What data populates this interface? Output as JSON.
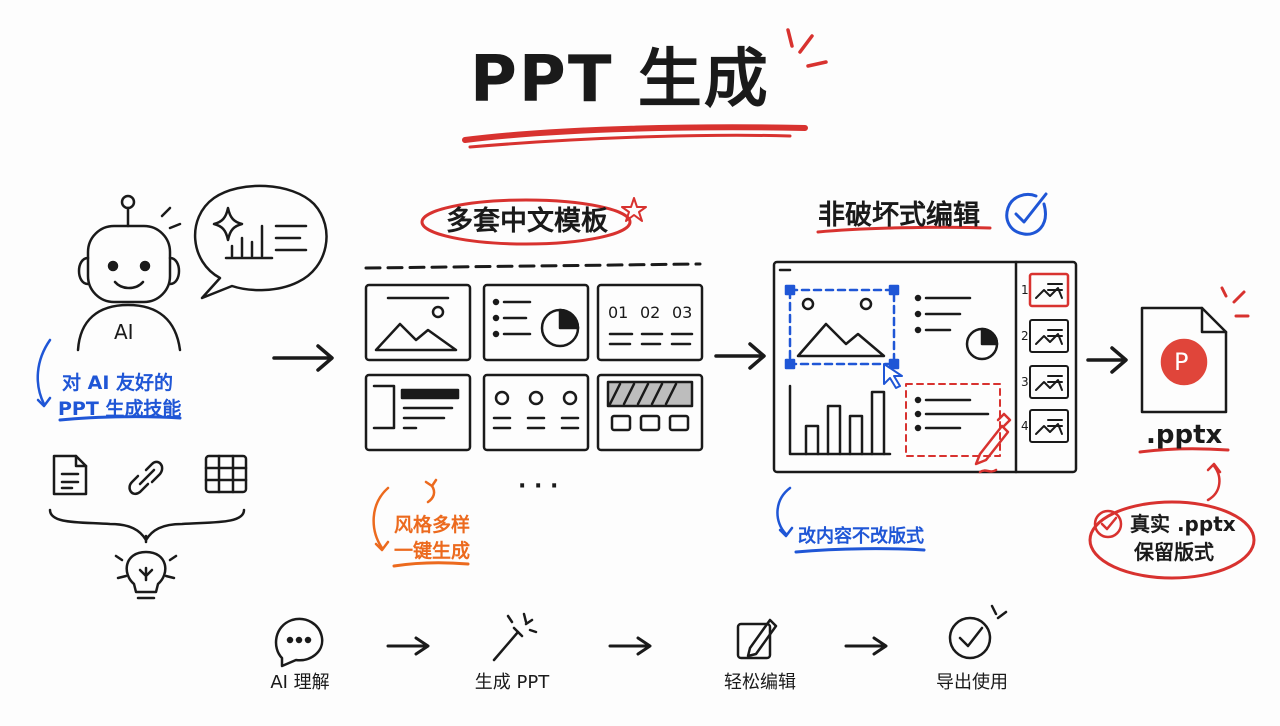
{
  "title": "PPT 生成",
  "robot": {
    "badge": "AI"
  },
  "ai_note": {
    "line1": "对 AI 友好的",
    "line2": "PPT 生成技能"
  },
  "templates": {
    "header": "多套中文模板",
    "numbers": [
      "01",
      "02",
      "03"
    ],
    "more": "· · ·",
    "note_line1": "风格多样",
    "note_line2": "一键生成"
  },
  "editing": {
    "header": "非破坏式编辑",
    "slide_numbers": [
      "1",
      "2",
      "3",
      "4"
    ],
    "note": "改内容不改版式"
  },
  "output": {
    "file_icon_letter": "P",
    "file_label": ".pptx",
    "note_line1": "真实 .pptx",
    "note_line2": "保留版式"
  },
  "flow": [
    {
      "label": "AI 理解",
      "icon": "chat-bubble-icon"
    },
    {
      "label": "生成 PPT",
      "icon": "magic-wand-icon"
    },
    {
      "label": "轻松编辑",
      "icon": "edit-pencil-icon"
    },
    {
      "label": "导出使用",
      "icon": "check-circle-icon"
    }
  ],
  "colors": {
    "accent_red": "#d8322f",
    "accent_blue": "#1f56d6",
    "accent_orange": "#ec6a1e",
    "ink": "#1a1a1a"
  }
}
